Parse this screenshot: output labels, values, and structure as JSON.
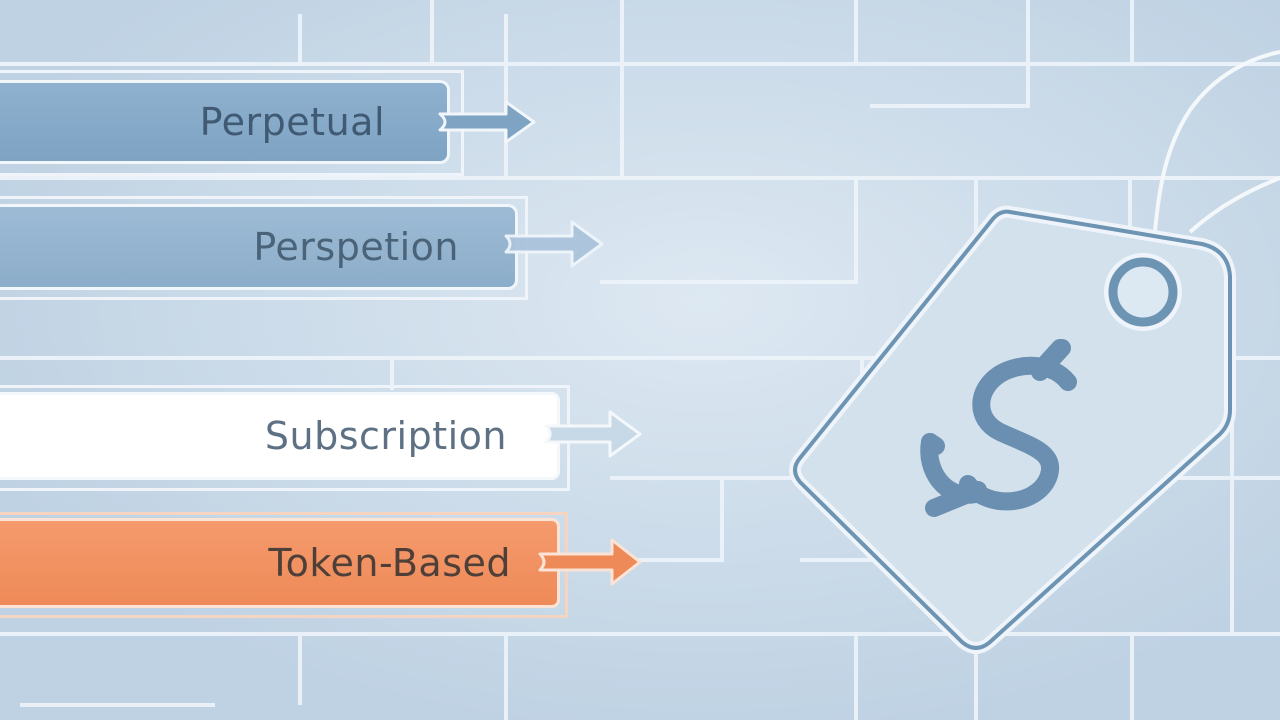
{
  "pricing_options": [
    {
      "id": "perpetual",
      "label": "Perpetual"
    },
    {
      "id": "perspetion",
      "label": "Perspetion"
    },
    {
      "id": "subscription",
      "label": "Subscription"
    },
    {
      "id": "token",
      "label": "Token-Based",
      "highlighted": true
    }
  ],
  "colors": {
    "background": "#c3d6e6",
    "grid_line": "#eef4fa",
    "bar_blue": "#8fb1cf",
    "bar_light_blue": "#9dbbd5",
    "bar_white": "#ffffff",
    "bar_accent": "#f59a6c",
    "tag_outline": "#6e94b4"
  },
  "icons": {
    "price_tag": "price-tag-icon",
    "dollar_sign": "dollar-sign-icon",
    "arrows": "right-arrow-icon"
  }
}
